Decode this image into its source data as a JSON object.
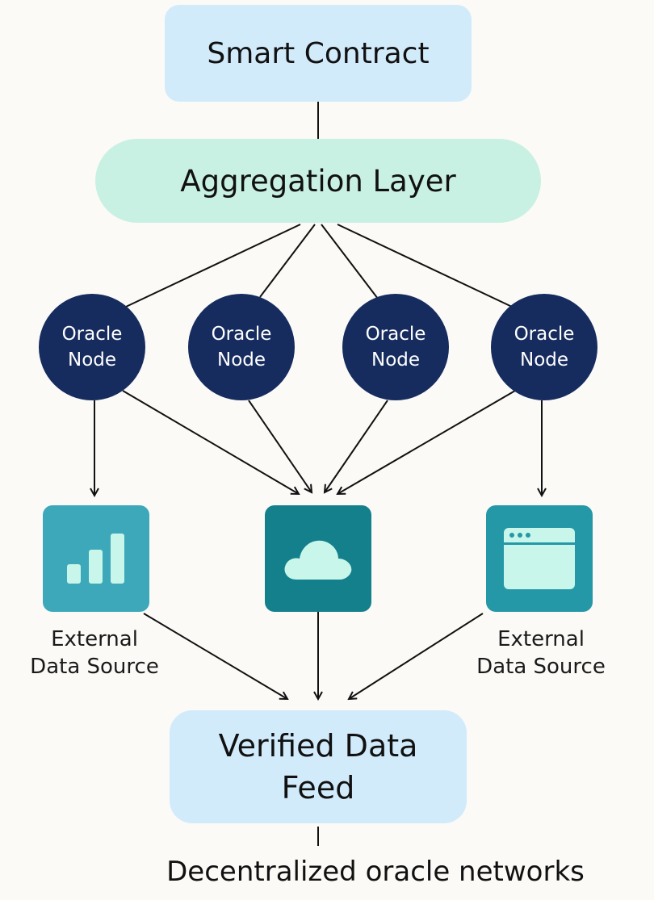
{
  "nodes": {
    "smart_contract": "Smart Contract",
    "aggregation_layer": "Aggregation Layer",
    "oracle_nodes": [
      {
        "line1": "Oracle",
        "line2": "Node"
      },
      {
        "line1": "Oracle",
        "line2": "Node"
      },
      {
        "line1": "Oracle",
        "line2": "Node"
      },
      {
        "line1": "Oracle",
        "line2": "Node"
      }
    ],
    "data_sources": [
      {
        "icon": "bar-chart-icon",
        "label_line1": "External",
        "label_line2": "Data Source"
      },
      {
        "icon": "cloud-icon",
        "label_line1": "",
        "label_line2": ""
      },
      {
        "icon": "browser-window-icon",
        "label_line1": "External",
        "label_line2": "Data Source"
      }
    ],
    "verified_feed": {
      "line1": "Verified Data",
      "line2": "Feed"
    }
  },
  "caption": "Decentralized oracle networks",
  "colors": {
    "smart_contract_fill": "#d2ebfb",
    "aggregation_fill": "#c9f1e3",
    "oracle_fill": "#162b5e",
    "tile_chart_fill": "#3da8ba",
    "tile_cloud_fill": "#14808c",
    "tile_window_fill": "#2598a8",
    "icon_fill": "#c9f6ea",
    "verified_fill": "#d2ebfb",
    "line_color": "#111111"
  }
}
